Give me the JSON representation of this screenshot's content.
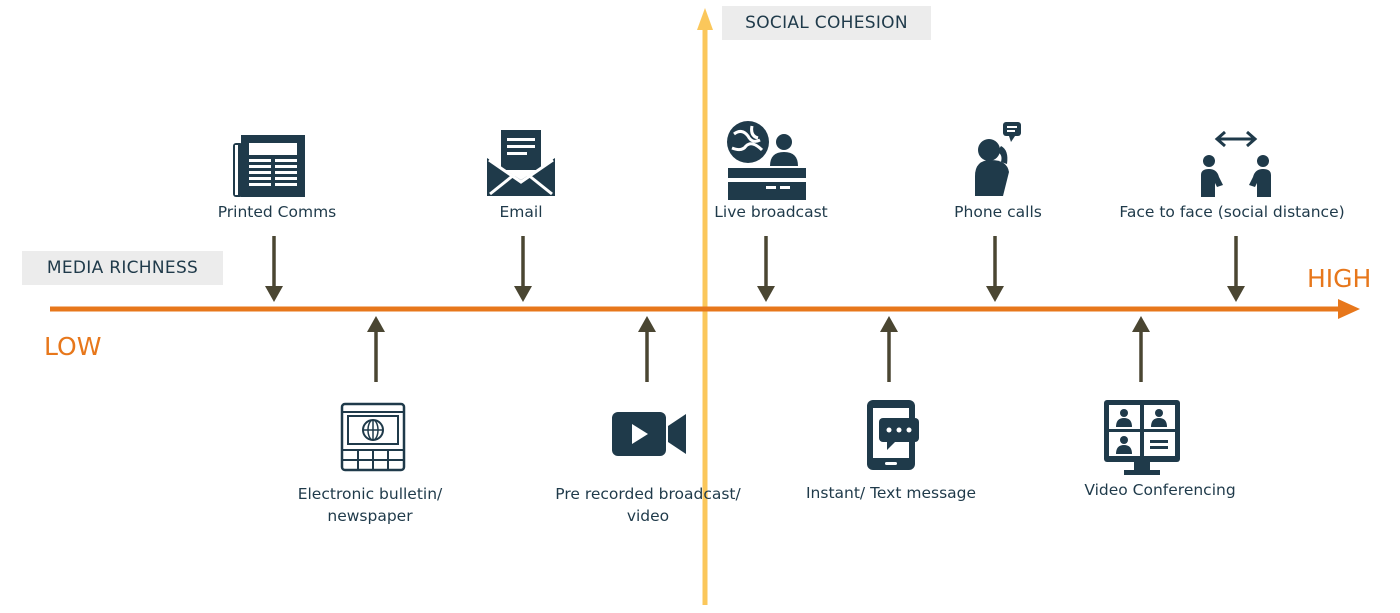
{
  "axes": {
    "vertical_label": "SOCIAL COHESION",
    "horizontal_label": "MEDIA RICHNESS",
    "low_label": "LOW",
    "high_label": "HIGH"
  },
  "colors": {
    "axis_orange": "#e7771b",
    "axis_yellow": "#fbc75b",
    "arrow_dark": "#4a4632",
    "icon_dark": "#1f3a4a",
    "label_box": "#ececec"
  },
  "items_above": [
    {
      "label": "Printed Comms",
      "icon": "newspaper-icon"
    },
    {
      "label": "Email",
      "icon": "email-icon"
    },
    {
      "label": "Live broadcast",
      "icon": "live-broadcast-icon"
    },
    {
      "label": "Phone calls",
      "icon": "phone-call-icon"
    },
    {
      "label": "Face to face (social distance)",
      "icon": "face-to-face-icon"
    }
  ],
  "items_below": [
    {
      "label": "Electronic bulletin/ newspaper",
      "icon": "electronic-bulletin-icon"
    },
    {
      "label": "Pre recorded broadcast/ video",
      "icon": "video-camera-icon"
    },
    {
      "label": "Instant/ Text message",
      "icon": "text-message-icon"
    },
    {
      "label": "Video Conferencing",
      "icon": "video-conferencing-icon"
    }
  ]
}
